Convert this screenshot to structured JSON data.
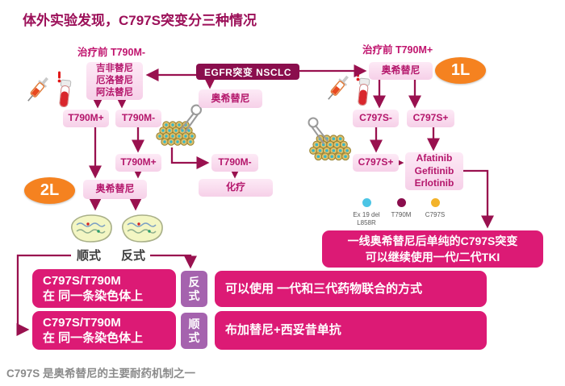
{
  "title": "体外实验发现，C797S突变分三种情况",
  "caption": "C797S 是奥希替尼的主要耐药机制之一",
  "flow": {
    "pre_left_label": "治疗前 T790M-",
    "pre_right_label": "治疗前 T790M+",
    "first_gen_drugs": "吉非替尼\n厄洛替尼\n阿法替尼",
    "egfr": "EGFR突变 NSCLC",
    "osimertinib_center": "奥希替尼",
    "osimertinib_left": "奥希替尼",
    "osimertinib_right": "奥希替尼",
    "t790m_pos_left": "T790M+",
    "t790m_neg_left": "T790M-",
    "t790m_pos_left2": "T790M+",
    "t790m_neg_center": "T790M-",
    "chemo": "化疗",
    "c797s_neg": "C797S-",
    "c797s_pos": "C797S+",
    "c797s_pos2": "C797S+",
    "later_gen_tki": "Afatinib\nGefitinib\nErlotinib",
    "line1_badge": "1L",
    "line2_badge": "2L",
    "cis_label": "顺式",
    "trans_label": "反式"
  },
  "legend": {
    "items": [
      {
        "color": "#4cc5e5",
        "label": "Ex 19 del\nL858R"
      },
      {
        "color": "#8a0e4d",
        "label": "T790M"
      },
      {
        "color": "#f3b32a",
        "label": "C797S"
      }
    ]
  },
  "conclusions": {
    "pure_c797s": "一线奥希替尼后单纯的C797S突变\n可以继续使用一代/二代TKI",
    "row1_left": "C797S/T790M\n在 同一条染色体上",
    "row1_tag": "反式",
    "row1_right": "可以使用 一代和三代药物联合的方式",
    "row2_left": "C797S/T790M\n在 同一条染色体上",
    "row2_tag": "顺式",
    "row2_right": "布加替尼+西妥昔单抗"
  },
  "colors": {
    "title_text": "#9c1059",
    "accent_dark": "#8a0e4d",
    "accent_pink": "#dc1a75",
    "light_pink_box": "#f6d0e8",
    "node_text": "#b4166b",
    "purple_tag": "#a563ae",
    "orange_badge": "#f58220",
    "arrow": "#99114f",
    "legend_cyan": "#4cc5e5",
    "legend_yellow": "#f3b32a",
    "caption_gray": "#8b8b8b"
  },
  "icons": [
    "syringe-icon",
    "blood-tube-icon",
    "blood-drop-icon",
    "tweezers-icon",
    "tumor-cells-icon",
    "cell-clone-icon"
  ]
}
